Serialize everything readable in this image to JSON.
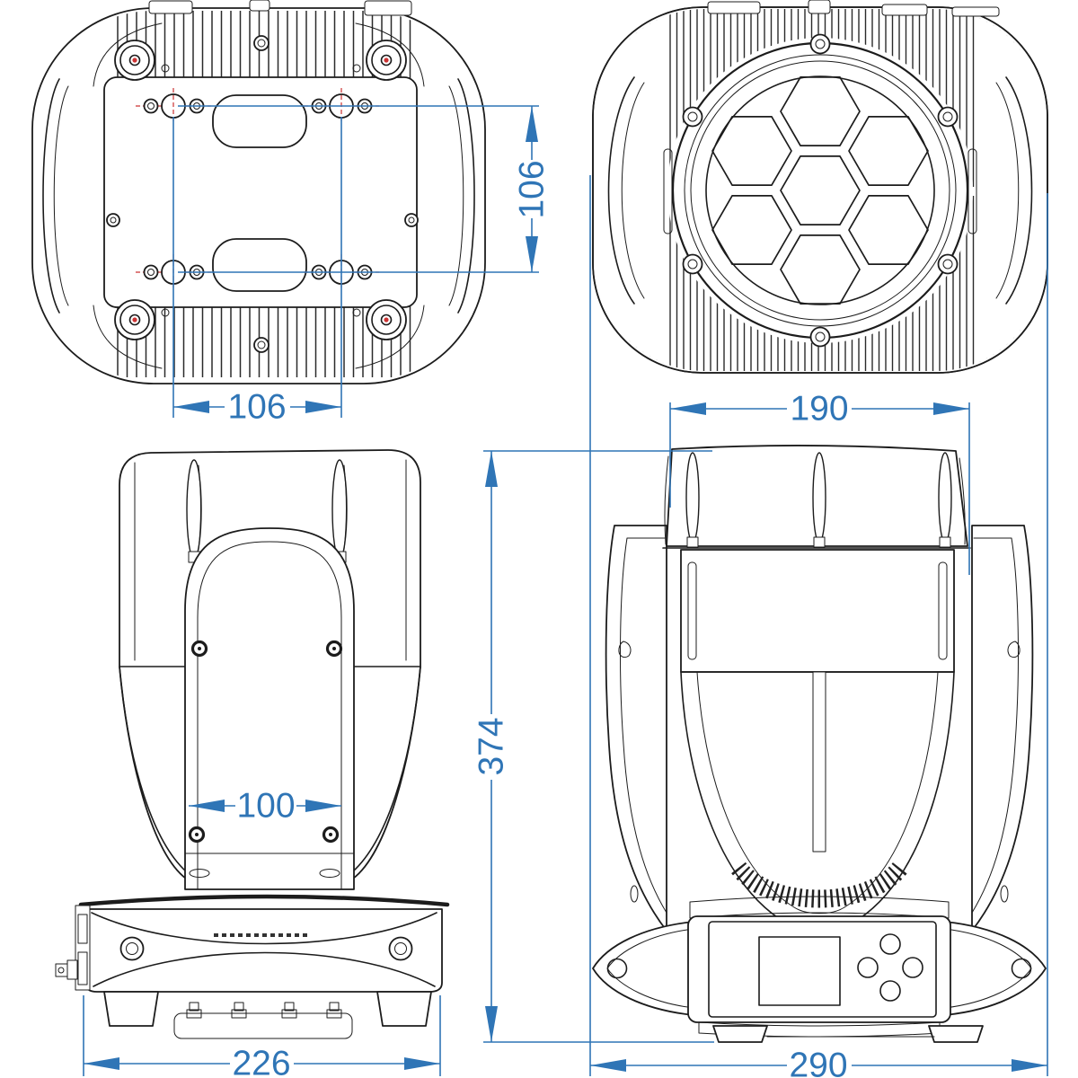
{
  "drawing": {
    "dimensions": {
      "mount_spacing_vertical": "106",
      "mount_spacing_horizontal": "106",
      "head_width": "190",
      "yoke_width": "100",
      "overall_height": "374",
      "base_depth": "226",
      "overall_width": "290"
    },
    "colors": {
      "dimension": "#2F75B6",
      "line": "#1C1C1C",
      "centermark": "#CC3333",
      "background": "#FFFFFF"
    }
  }
}
